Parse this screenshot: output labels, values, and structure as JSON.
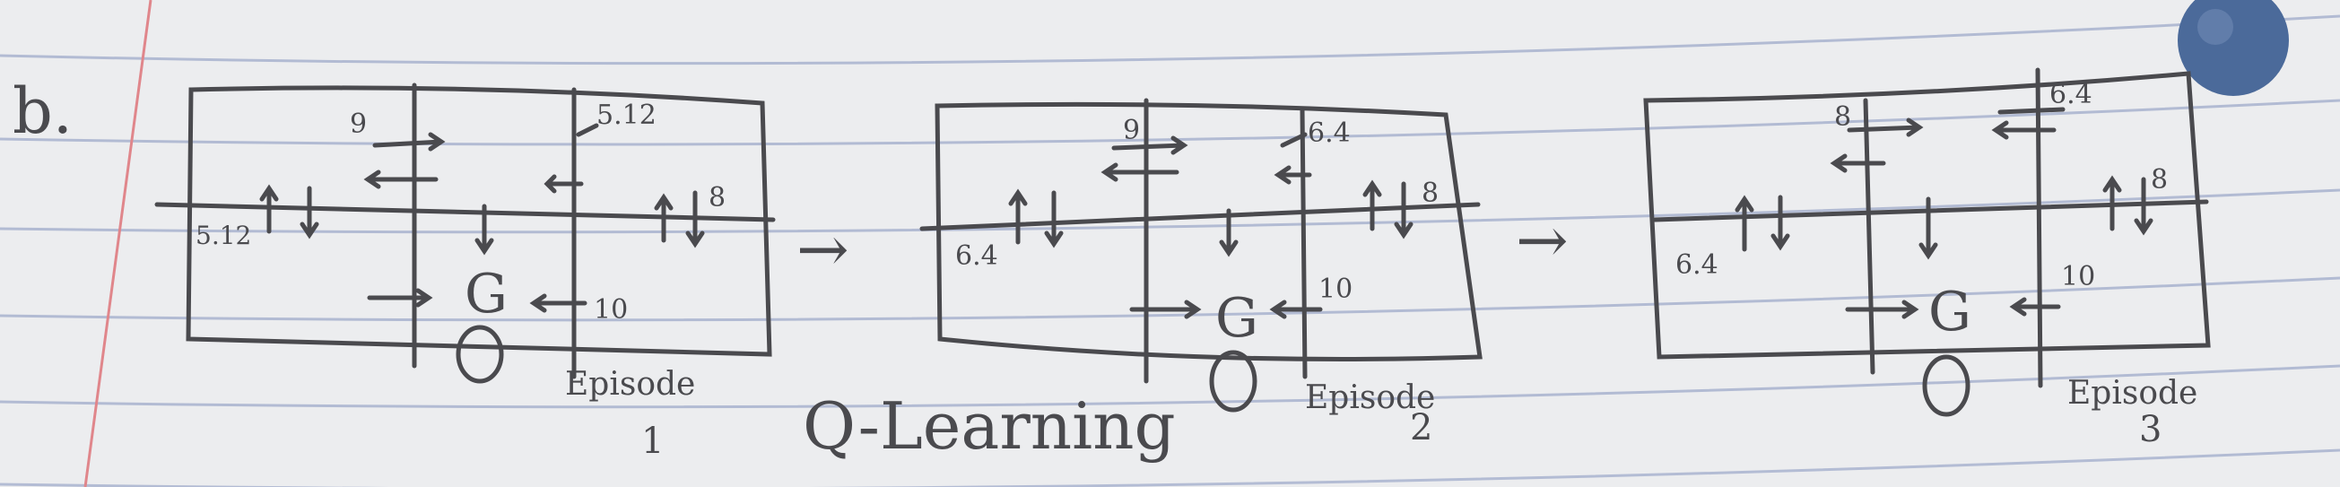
{
  "part_label": "b.",
  "title": "Q-Learning",
  "colors": {
    "paper": "#ecedef",
    "rule_line": "#a9b3cf",
    "margin_line": "#e0868b",
    "pencil": "#4a4a4e",
    "binder_hole": "#4b6a9a"
  },
  "episodes": [
    {
      "label": "Episode",
      "number": "1",
      "values": {
        "top_middle": "9",
        "top_right": "5.12",
        "middle_right": "8",
        "middle_left": "5.12",
        "bottom_right": "10"
      }
    },
    {
      "label": "Episode",
      "number": "2",
      "values": {
        "top_middle": "9",
        "top_right": "6.4",
        "middle_right": "8",
        "middle_left": "6.4",
        "bottom_right": "10"
      }
    },
    {
      "label": "Episode",
      "number": "3",
      "values": {
        "top_middle": "8",
        "top_right": "6.4",
        "middle_right": "8",
        "middle_left": "6.4",
        "bottom_right": "10"
      }
    }
  ],
  "transition_glyph": "→",
  "goal_glyph": "G"
}
